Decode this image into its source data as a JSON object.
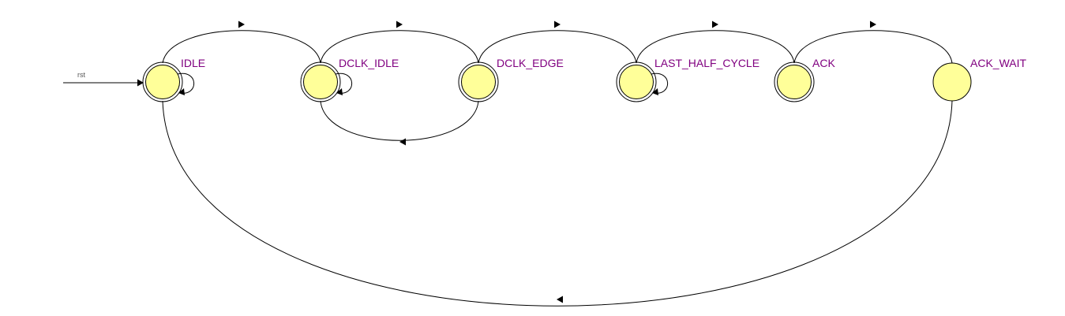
{
  "diagram": {
    "colors": {
      "state_fill": "#ffff99",
      "state_stroke": "#000000",
      "label": "#800080",
      "edge": "#000000"
    },
    "reset": {
      "label": "rst",
      "target": "IDLE"
    },
    "states": [
      {
        "id": "IDLE",
        "label": "IDLE",
        "encircled": true,
        "self_loop": true
      },
      {
        "id": "DCLK_IDLE",
        "label": "DCLK_IDLE",
        "encircled": true,
        "self_loop": true
      },
      {
        "id": "DCLK_EDGE",
        "label": "DCLK_EDGE",
        "encircled": true,
        "self_loop": false
      },
      {
        "id": "LAST_HALF_CYCLE",
        "label": "LAST_HALF_CYCLE",
        "encircled": true,
        "self_loop": true
      },
      {
        "id": "ACK",
        "label": "ACK",
        "encircled": true,
        "self_loop": false
      },
      {
        "id": "ACK_WAIT",
        "label": "ACK_WAIT",
        "encircled": false,
        "self_loop": false
      }
    ],
    "transitions": [
      {
        "from": "IDLE",
        "to": "DCLK_IDLE"
      },
      {
        "from": "DCLK_IDLE",
        "to": "DCLK_EDGE"
      },
      {
        "from": "DCLK_EDGE",
        "to": "LAST_HALF_CYCLE"
      },
      {
        "from": "LAST_HALF_CYCLE",
        "to": "ACK"
      },
      {
        "from": "ACK",
        "to": "ACK_WAIT"
      },
      {
        "from": "DCLK_EDGE",
        "to": "DCLK_IDLE"
      },
      {
        "from": "ACK_WAIT",
        "to": "IDLE"
      },
      {
        "from": "IDLE",
        "to": "IDLE"
      },
      {
        "from": "DCLK_IDLE",
        "to": "DCLK_IDLE"
      },
      {
        "from": "LAST_HALF_CYCLE",
        "to": "LAST_HALF_CYCLE"
      }
    ]
  }
}
